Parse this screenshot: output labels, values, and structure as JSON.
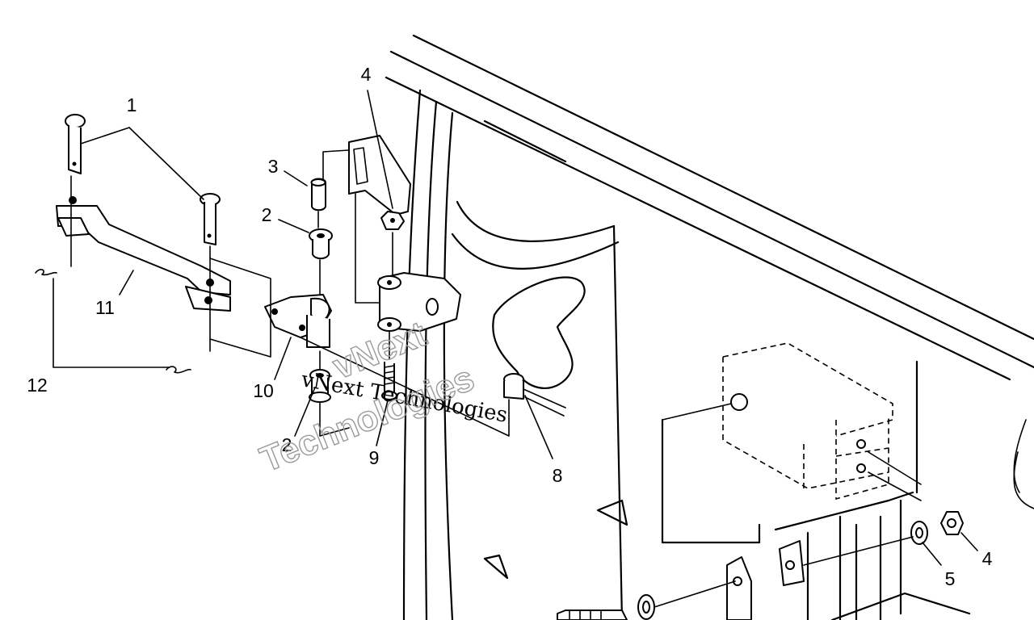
{
  "diagram": {
    "callouts": [
      {
        "id": "c1",
        "text": "1"
      },
      {
        "id": "c2a",
        "text": "2"
      },
      {
        "id": "c2b",
        "text": "2"
      },
      {
        "id": "c3",
        "text": "3"
      },
      {
        "id": "c4a",
        "text": "4"
      },
      {
        "id": "c4b",
        "text": "4"
      },
      {
        "id": "c5",
        "text": "5"
      },
      {
        "id": "c8",
        "text": "8"
      },
      {
        "id": "c9",
        "text": "9"
      },
      {
        "id": "c10",
        "text": "10"
      },
      {
        "id": "c11",
        "text": "11"
      },
      {
        "id": "c12",
        "text": "12"
      }
    ],
    "watermark": {
      "line1": "vNext Technologies",
      "line2": "vNext",
      "line3": "Technologies"
    }
  }
}
